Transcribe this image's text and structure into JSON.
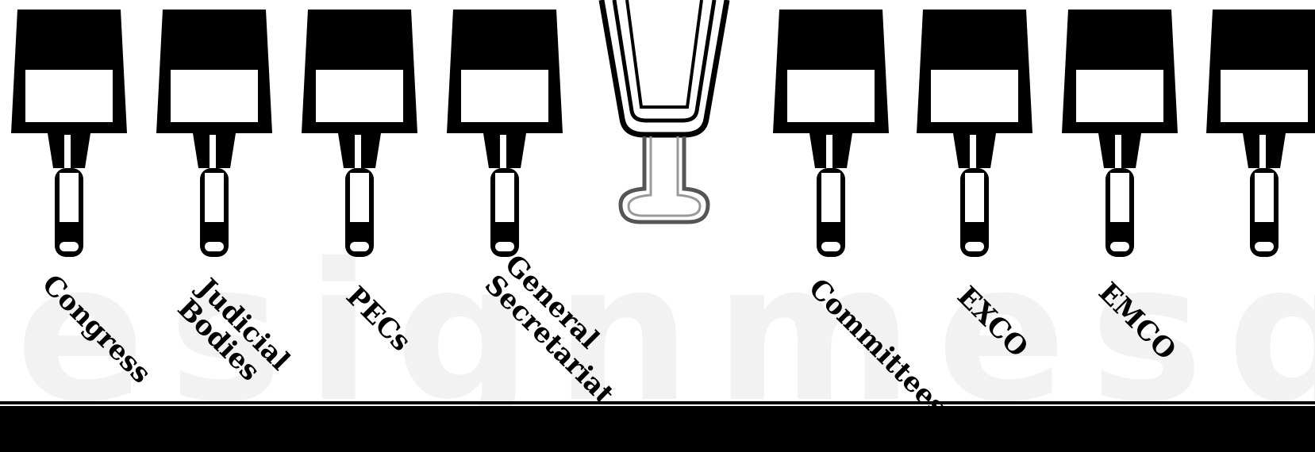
{
  "colors": {
    "ink": "#000000",
    "paper": "#ffffff",
    "watermark": "#f2f2f2"
  },
  "watermark_text": "esignmesqu",
  "center_clip": {
    "icon": "binder-clip-icon"
  },
  "stamps": [
    {
      "id": "congress",
      "label": "Congress"
    },
    {
      "id": "judicial-bodies",
      "label": "Judicial\nBodies"
    },
    {
      "id": "pecs",
      "label": "PECs"
    },
    {
      "id": "general-secretariat",
      "label": "General\nSecretariat"
    },
    {
      "id": "committees",
      "label": "Committees"
    },
    {
      "id": "exco",
      "label": "EXCO"
    },
    {
      "id": "emco",
      "label": "EMCO"
    },
    {
      "id": "unlabeled",
      "label": ""
    }
  ]
}
